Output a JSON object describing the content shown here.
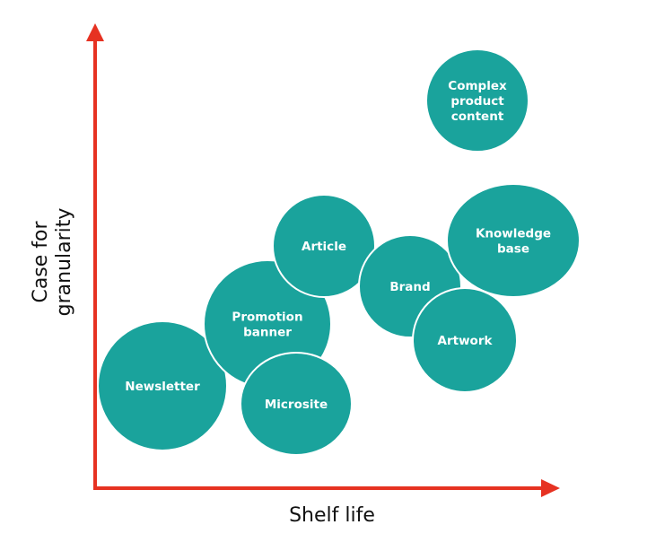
{
  "diagram": {
    "colors": {
      "axis": "#e63222",
      "bubble_fill": "#1aa39c",
      "bubble_stroke": "#ffffff",
      "label": "#ffffff"
    },
    "axes": {
      "x_label": "Shelf life",
      "y_label": "Case for granularity"
    },
    "bubbles": [
      {
        "id": "newsletter",
        "label": "Newsletter"
      },
      {
        "id": "promotion-banner",
        "label": "Promotion banner"
      },
      {
        "id": "microsite",
        "label": "Microsite"
      },
      {
        "id": "article",
        "label": "Article"
      },
      {
        "id": "brand",
        "label": "Brand"
      },
      {
        "id": "artwork",
        "label": "Artwork"
      },
      {
        "id": "knowledge-base",
        "label": "Knowledge base"
      },
      {
        "id": "complex-product-content",
        "label": "Complex product content"
      }
    ]
  }
}
